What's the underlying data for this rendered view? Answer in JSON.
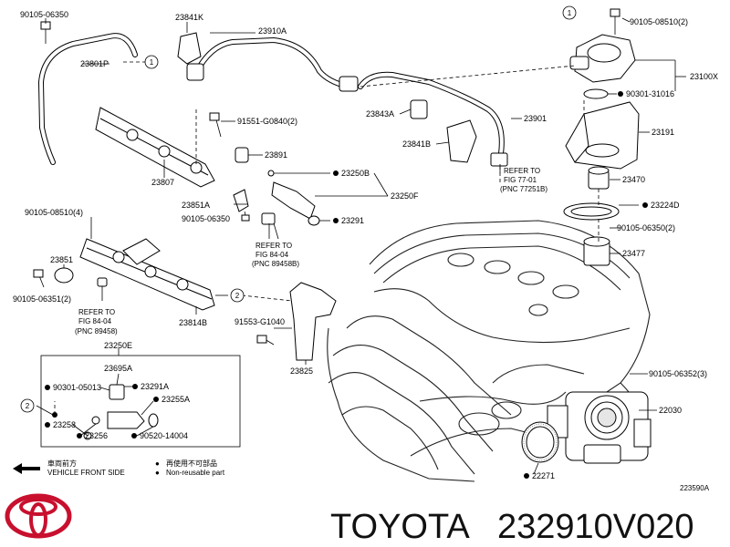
{
  "parts": {
    "p1": "90105-06350",
    "p2": "23841K",
    "p3": "23910A",
    "p4": "90105-08510(2)",
    "p5": "23801P",
    "p6": "23100X",
    "p7": "90301-31016",
    "p8": "91551-G0840(2)",
    "p9": "23843A",
    "p10": "23901",
    "p11": "23191",
    "p12": "23891",
    "p13": "23807",
    "p14": "23841B",
    "p15": "23250B",
    "p16": "23250F",
    "p17": "23470",
    "p18": "23224D",
    "p19": "23851A",
    "p20": "90105-06350",
    "p21": "23291",
    "p22": "90105-06350(2)",
    "p23": "90105-08510(4)",
    "p24": "23477",
    "p25": "23851",
    "p26": "90105-06351(2)",
    "p27": "23814B",
    "p28": "91553-G1040",
    "p29": "23825",
    "p30": "23250E",
    "p31": "23695A",
    "p32": "90301-05013",
    "p33": "23291A",
    "p34": "23255A",
    "p35": "23258",
    "p36": "23256",
    "p37": "90520-14004",
    "p38": "90105-06352(3)",
    "p39": "22030",
    "p40": "22271"
  },
  "refs": {
    "r1": {
      "line1": "REFER TO",
      "line2": "FIG 77-01",
      "line3": "(PNC 77251B)"
    },
    "r2": {
      "line1": "REFER TO",
      "line2": "FIG 84-04",
      "line3": "(PNC 89458B)"
    },
    "r3": {
      "line1": "REFER TO",
      "line2": "FIG 84-04",
      "line3": "(PNC 89458)"
    }
  },
  "callouts": {
    "one": "1",
    "two": "2"
  },
  "legend": {
    "front_jp": "車両前方",
    "front_en": "VEHICLE FRONT SIDE",
    "nonreuse_jp": "再使用不可部品",
    "nonreuse_en": "Non-reusable part",
    "bullet": "●"
  },
  "figure_id": "223590A",
  "brand": "TOYOTA",
  "part_number": "232910V020",
  "colors": {
    "logo": "#c8102e",
    "text": "#111111"
  },
  "icons": {
    "logo": "toyota-logo",
    "arrow": "left-arrow-icon"
  }
}
